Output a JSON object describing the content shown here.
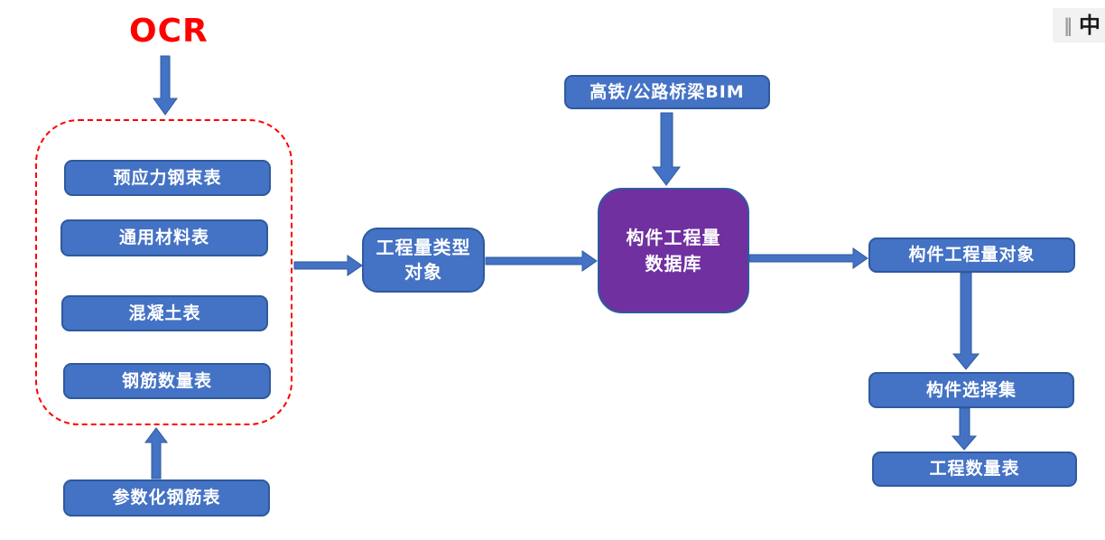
{
  "diagram": {
    "ocr_label": "OCR",
    "nodes": {
      "prestress_table": "预应力钢束表",
      "material_table": "通用材料表",
      "concrete_table": "混凝土表",
      "rebar_qty_table": "钢筋数量表",
      "param_rebar_table": "参数化钢筋表",
      "qty_type_object_line1": "工程量类型",
      "qty_type_object_line2": "对象",
      "bim_source": "高铁/公路桥梁BIM",
      "component_qty_db_line1": "构件工程量",
      "component_qty_db_line2": "数据库",
      "component_qty_object": "构件工程量对象",
      "component_selection_set": "构件选择集",
      "engineering_qty_table": "工程数量表"
    },
    "colors": {
      "node_fill": "#4472C4",
      "node_border": "#2E5A9E",
      "node_text": "#FFFFFF",
      "db_fill": "#7030A0",
      "arrow_fill": "#4472C4",
      "arrow_stroke": "#2E5A9E",
      "dashed_border": "#FF0000",
      "ocr_color": "#FF0000",
      "ime_bg": "#F2F2F2",
      "ime_text": "#1A1A1A",
      "ime_handle": "#9B9B9B"
    }
  },
  "ime": {
    "handle": "‖",
    "mode": "中"
  }
}
